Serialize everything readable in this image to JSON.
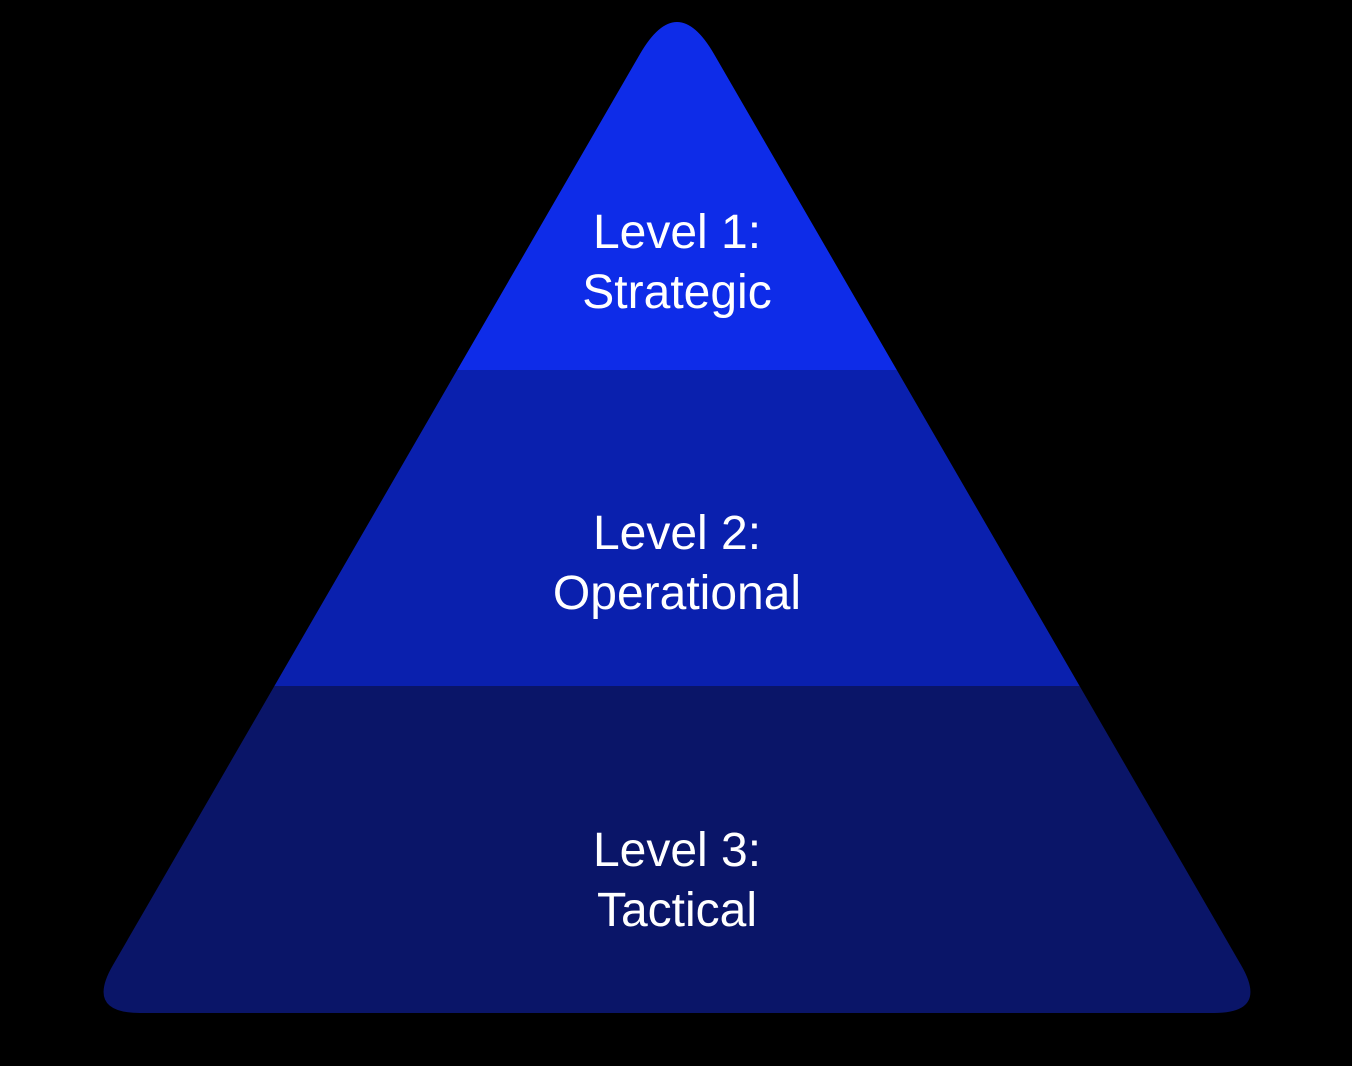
{
  "diagram": {
    "type": "pyramid",
    "background_color": "#000000",
    "text_color": "#FFFFFF",
    "levels": [
      {
        "id": 1,
        "line1": "Level 1:",
        "line2": "Strategic",
        "color": "#0E2CE8"
      },
      {
        "id": 2,
        "line1": "Level 2:",
        "line2": "Operational",
        "color": "#0A20AE"
      },
      {
        "id": 3,
        "line1": "Level 3:",
        "line2": "Tactical",
        "color": "#0A1568"
      }
    ]
  }
}
